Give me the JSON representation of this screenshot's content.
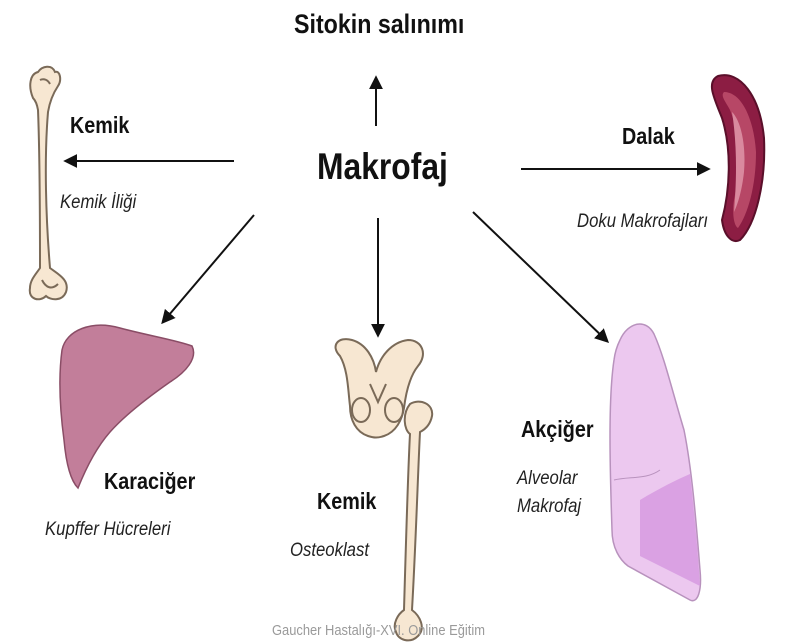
{
  "diagram": {
    "center_label": "Makrofaj",
    "top_label": "Sitokin salınımı",
    "bone_left": {
      "title": "Kemik",
      "subtitle": "Kemik İliği"
    },
    "spleen": {
      "title": "Dalak",
      "subtitle": "Doku Makrofajları"
    },
    "liver": {
      "title": "Karaciğer",
      "subtitle": "Kupffer Hücreleri"
    },
    "bone_center": {
      "title": "Kemik",
      "subtitle": "Osteoklast"
    },
    "lung": {
      "title": "Akçiğer",
      "subtitle_line1": "Alveolar",
      "subtitle_line2": "Makrofaj"
    },
    "footer": "Gaucher Hastalığı-XVI. Online Eğitim"
  },
  "colors": {
    "bone_fill": "#f7e7d2",
    "bone_stroke": "#7a6a58",
    "liver_fill": "#c27e9a",
    "spleen_outer": "#8c1d43",
    "spleen_mid": "#b74766",
    "spleen_inner": "#d9899e",
    "lung_fill": "#ecc8ef",
    "lung_dark": "#d79ae0",
    "arrow": "#111111"
  }
}
